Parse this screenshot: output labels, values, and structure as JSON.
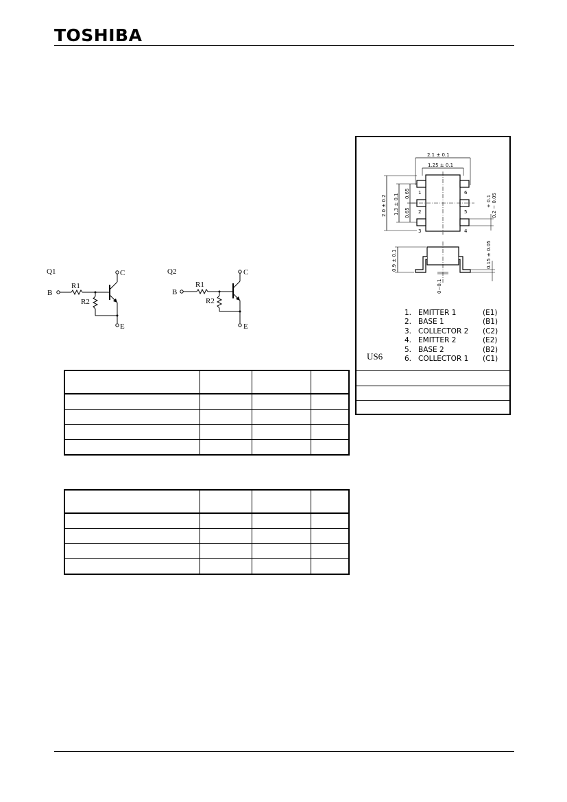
{
  "header": {
    "brand": "TOSHIBA"
  },
  "circuits": [
    {
      "id": "Q1",
      "base": "B",
      "collector": "C",
      "emitter": "E",
      "r1": "R1",
      "r2": "R2"
    },
    {
      "id": "Q2",
      "base": "B",
      "collector": "C",
      "emitter": "E",
      "r1": "R1",
      "r2": "R2"
    }
  ],
  "package": {
    "name": "US6",
    "dimensions": {
      "width_total": "2.1 ± 0.1",
      "width_body": "1.25 ± 0.1",
      "height_total": "2.0 ± 0.2",
      "pitch_span": "1.3 ± 0.1",
      "pitch_upper": "0.65",
      "pitch_lower": "0.65",
      "lead_width": "0.2 − 0.05",
      "lead_width_tol": "+ 0.1",
      "body_height": "0.9 ± 0.1",
      "lead_thickness": "0.15 ± 0.05",
      "standoff": "0~0.1"
    },
    "pin_numbers": [
      "1",
      "2",
      "3",
      "4",
      "5",
      "6"
    ],
    "pins": [
      {
        "num": "1.",
        "name": "EMITTER 1",
        "code": "(E1)"
      },
      {
        "num": "2.",
        "name": "BASE 1",
        "code": "(B1)"
      },
      {
        "num": "3.",
        "name": "COLLECTOR 2",
        "code": "(C2)"
      },
      {
        "num": "4.",
        "name": "EMITTER 2",
        "code": "(E2)"
      },
      {
        "num": "5.",
        "name": "BASE 2",
        "code": "(B2)"
      },
      {
        "num": "6.",
        "name": "COLLECTOR 1",
        "code": "(C1)"
      }
    ]
  }
}
